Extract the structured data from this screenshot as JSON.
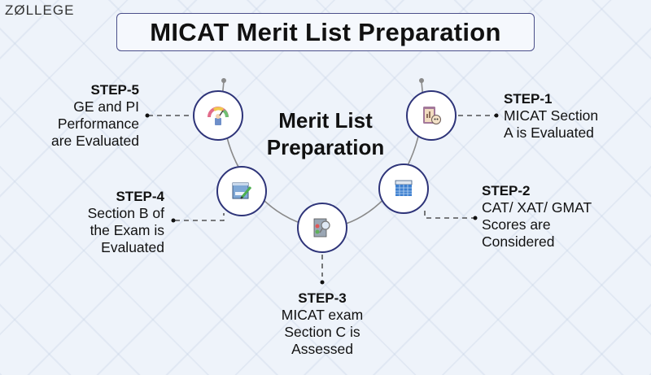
{
  "brand": {
    "logo": "ZØLLEGE"
  },
  "header": {
    "title": "MICAT Merit List Preparation"
  },
  "center": {
    "line1": "Merit List",
    "line2": "Preparation"
  },
  "colors": {
    "circle_border": "#2e3479",
    "background": "#eef3fa",
    "connector": "#8a8a8a"
  },
  "steps": [
    {
      "label": "STEP-1",
      "lines": [
        "MICAT Section",
        "A is Evaluated"
      ],
      "icon": "clipboard-report-icon"
    },
    {
      "label": "STEP-2",
      "lines": [
        "CAT/ XAT/ GMAT",
        "Scores are",
        "Considered"
      ],
      "icon": "score-table-icon"
    },
    {
      "label": "STEP-3",
      "lines": [
        "MICAT exam",
        "Section C is",
        "Assessed"
      ],
      "icon": "checklist-magnifier-icon"
    },
    {
      "label": "STEP-4",
      "lines": [
        "Section B of",
        "the Exam is",
        "Evaluated"
      ],
      "icon": "exam-paper-pencil-icon"
    },
    {
      "label": "STEP-5",
      "lines": [
        "GE and PI",
        "Performance",
        "are Evaluated"
      ],
      "icon": "performance-gauge-icon"
    }
  ]
}
